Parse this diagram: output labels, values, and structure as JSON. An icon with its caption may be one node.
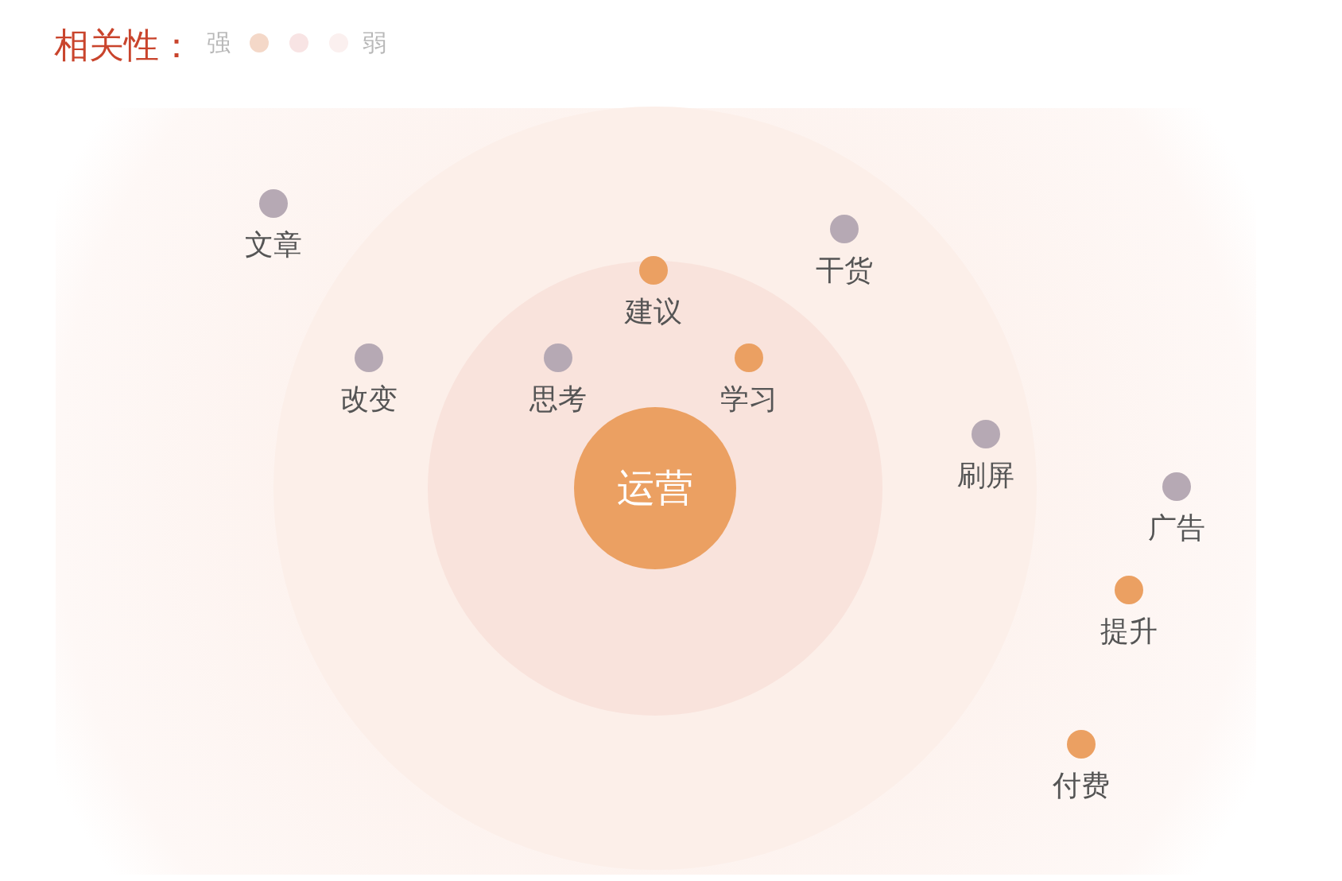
{
  "diagram": {
    "title": "相关性：",
    "nodes": [
      {
        "text": [
          "文章"
        ]
      },
      {
        "text": [
          "干货"
        ]
      },
      {
        "text": [
          "建议"
        ]
      },
      {
        "text": [
          "改变"
        ]
      },
      {
        "text": [
          "思考"
        ]
      },
      {
        "text": [
          "学习"
        ]
      },
      {
        "text": [
          "刷屏"
        ]
      },
      {
        "text": [
          "运营"
        ]
      },
      {
        "text": [
          "广告"
        ]
      },
      {
        "text": [
          "提升"
        ]
      },
      {
        "text": [
          "付费"
        ]
      }
    ],
    "legend": [
      {
        "text": "强",
        "color": "#f4d8c8"
      },
      {
        "text": "弱",
        "color": "#fbf0ef"
      }
    ]
  }
}
